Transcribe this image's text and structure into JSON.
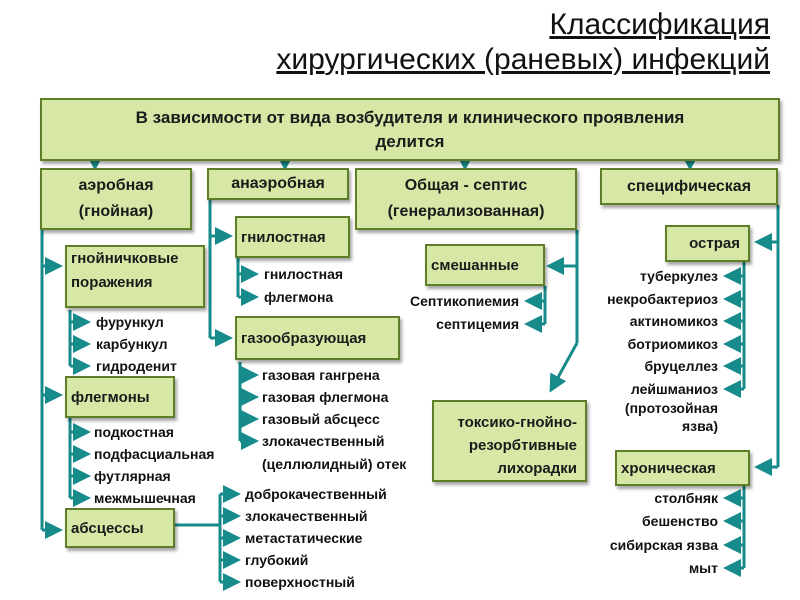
{
  "title": {
    "line1": "Классификация",
    "line2": "хирургических (раневых) инфекций"
  },
  "root": {
    "line1": "В зависимости от вида возбудителя и клинического проявления",
    "line2": "делится"
  },
  "categories": {
    "aerobic": {
      "line1": "аэробная",
      "line2": "(гнойная)"
    },
    "anaerobic": {
      "label": "анаэробная"
    },
    "sepsis": {
      "line1": "Общая - септис",
      "line2": "(генерализованная)"
    },
    "specific": {
      "label": "специфическая"
    }
  },
  "aerobic": {
    "pustular": {
      "line1": "гнойничковые",
      "line2": "поражения",
      "items": [
        "фурункул",
        "карбункул",
        "гидроденит"
      ]
    },
    "phlegmons": {
      "label": "флегмоны",
      "items": [
        "подкостная",
        "подфасциальная",
        "футлярная",
        "межмышечная"
      ]
    },
    "abscesses": {
      "label": "абсцессы",
      "items": [
        "доброкачественный",
        "злокачественный",
        "метастатические",
        "глубокий",
        "поверхностный"
      ]
    }
  },
  "anaerobic": {
    "putrefactive": {
      "label": "гнилостная",
      "items": [
        "гнилостная",
        "флегмона"
      ]
    },
    "gas_forming": {
      "label": "газообразующая",
      "items": [
        "газовая гангрена",
        "газовая флегмона",
        "газовый абсцесс",
        "злокачественный",
        "(целлюлидный) отек"
      ]
    }
  },
  "sepsis": {
    "mixed": {
      "label": "смешанные",
      "items": [
        "Септикопиемия",
        "септицемия"
      ]
    },
    "toxic": {
      "line1": "токсико-гнойно-",
      "line2": "резорбтивные",
      "line3": "лихорадки"
    }
  },
  "specific": {
    "acute": {
      "label": "острая",
      "items": [
        "туберкулез",
        "некробактериоз",
        "актиномикоз",
        "ботриомикоз",
        "бруцеллез",
        "лейшманиоз",
        "(протозойная",
        "язва)"
      ]
    },
    "chronic": {
      "label": "хроническая",
      "items": [
        "столбняк",
        "бешенство",
        "сибирская язва",
        "мыт"
      ]
    }
  },
  "colors": {
    "box_fill": "#d7e7a6",
    "box_border": "#5e7e2a",
    "connector": "#178a8a"
  }
}
